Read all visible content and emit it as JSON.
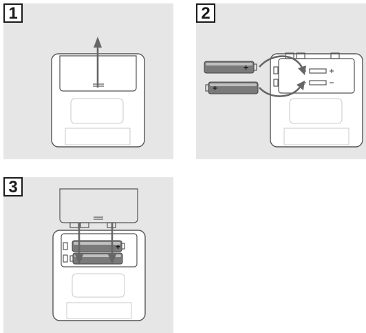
{
  "steps": [
    {
      "number": "1"
    },
    {
      "number": "2"
    },
    {
      "number": "3"
    }
  ],
  "battery_polarity_mark": "+",
  "colors": {
    "panel_background": "#e6e6e6",
    "device_body": "#ffffff",
    "outline": "#555555",
    "arrow": "#666666",
    "battery": "#7a7a7a"
  }
}
